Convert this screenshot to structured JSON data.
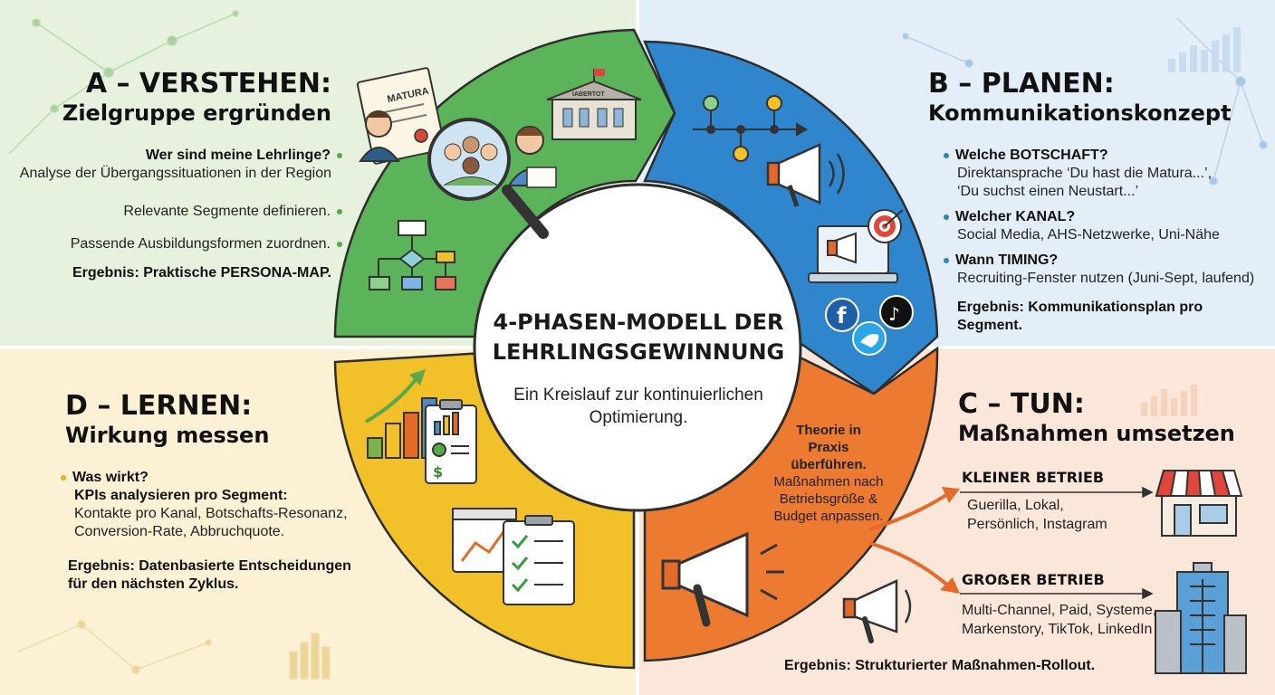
{
  "center": {
    "title_line1": "4-PHASEN-MODELL DER",
    "title_line2": "LEHRLINGSGEWINNUNG",
    "subtitle_line1": "Ein Kreislauf zur kontinuierlichen",
    "subtitle_line2": "Optimierung."
  },
  "phase_a": {
    "title": "A – VERSTEHEN:",
    "subtitle": "Zielgruppe ergründen",
    "question": "Wer sind meine Lehrlinge?",
    "question_detail": "Analyse der Übergangssituationen in der Region",
    "item1": "Relevante Segmente definieren.",
    "item2": "Passende Ausbildungsformen zuordnen.",
    "result": "Ergebnis: Praktische PERSONA-MAP.",
    "certificate_label": "MATURA",
    "building_label": "IABERTOT"
  },
  "phase_b": {
    "title": "B – PLANEN:",
    "subtitle": "Kommunikationskonzept",
    "q1": "Welche BOTSCHAFT?",
    "q1_detail_line1": "Direktansprache ‘Du hast die Matura...’,",
    "q1_detail_line2": "‘Du suchst einen Neustart...’",
    "q2": "Welcher KANAL?",
    "q2_detail": "Social Media, AHS-Netzwerke, Uni-Nähe",
    "q3": "Wann TIMING?",
    "q3_detail": "Recruiting-Fenster nutzen (Juni-Sept, laufend)",
    "result": "Ergebnis: Kommunikationsplan pro Segment."
  },
  "phase_c": {
    "title": "C – TUN:",
    "subtitle": "Maßnahmen umsetzen",
    "note_bold_line1": "Theorie in",
    "note_bold_line2": "Praxis überführen.",
    "note_line1": "Maßnahmen nach",
    "note_line2": "Betriebsgröße &",
    "note_line3": "Budget anpassen.",
    "small_title": "KLEINER BETRIEB",
    "small_line1": "Guerilla, Lokal,",
    "small_line2": "Persönlich, Instagram",
    "large_title": "GROẞER BETRIEB",
    "large_line1": "Multi-Channel, Paid, Systeme,",
    "large_line2": "Markenstory, TikTok, LinkedIn",
    "result": "Ergebnis: Strukturierter Maßnahmen-Rollout."
  },
  "phase_d": {
    "title": "D – LERNEN:",
    "subtitle": "Wirkung messen",
    "question": "Was wirkt?",
    "kpi_title": "KPIs analysieren pro Segment:",
    "kpi_line1": "Kontakte pro Kanal, Botschafts-Resonanz,",
    "kpi_line2": "Conversion-Rate, Abbruchquote.",
    "result_line1": "Ergebnis: Datenbasierte Entscheidungen",
    "result_line2": "für den nächsten Zyklus."
  },
  "colors": {
    "green": "#5cb45a",
    "blue": "#2f86cc",
    "orange": "#ec7a30",
    "yellow": "#f2c12a"
  }
}
